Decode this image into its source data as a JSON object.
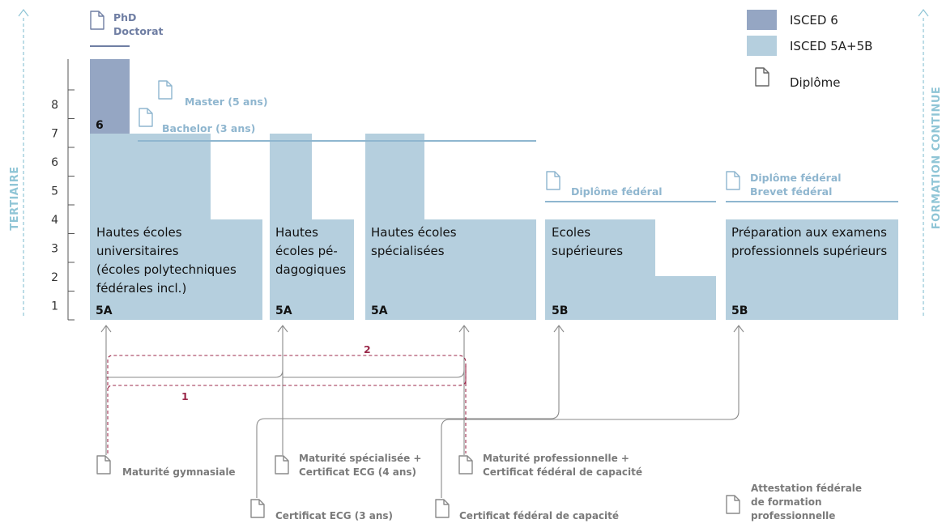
{
  "colors": {
    "isced6": "#95a6c3",
    "isced5": "#b5cfde",
    "diploma_blue": "#8fb6cf",
    "diploma_navy": "#6f7ea3",
    "grey": "#7a7a7a",
    "route": "#9b2a4b",
    "side_label": "#8fc5d6"
  },
  "side_labels": {
    "left": "TERTIAIRE",
    "right": "FORMATION CONTINUE"
  },
  "axis": {
    "ticks": [
      "1",
      "2",
      "3",
      "4",
      "5",
      "6",
      "7",
      "8"
    ]
  },
  "legend": {
    "isced6": "ISCED 6",
    "isced5": "ISCED 5A+5B",
    "diploma": "Diplôme"
  },
  "institutions": [
    {
      "lines": [
        "Hautes écoles",
        "universitaires",
        "(écoles polytechniques",
        "fédérales incl.)"
      ],
      "code": "5A"
    },
    {
      "lines": [
        "Hautes",
        "écoles pé-",
        "dagogiques"
      ],
      "code": "5A"
    },
    {
      "lines": [
        "Hautes écoles",
        "spécialisées"
      ],
      "code": "5A"
    },
    {
      "lines": [
        "Ecoles",
        "supérieures"
      ],
      "code": "5B"
    },
    {
      "lines": [
        "Préparation aux examens",
        "professionnels supérieurs"
      ],
      "code": "5B"
    }
  ],
  "phd_code": "6",
  "diplomas_top": {
    "phd": [
      "PhD",
      "Doctorat"
    ],
    "master": "Master (5 ans)",
    "bachelor": "Bachelor (3 ans)",
    "federal_es": "Diplôme fédéral",
    "federal_exam": [
      "Diplôme fédéral",
      "Brevet fédéral"
    ]
  },
  "entry_diplomas": {
    "maturite_gymnasiale": "Maturité gymnasiale",
    "maturite_specialisee": [
      "Maturité spécialisée +",
      "Certificat ECG (4 ans)"
    ],
    "maturite_pro": [
      "Maturité professionnelle +",
      "Certificat fédéral de capacité"
    ],
    "certificat_ecg3": "Certificat ECG (3 ans)",
    "cfc": "Certificat fédéral de capacité",
    "attestation": [
      "Attestation fédérale",
      "de formation",
      "professionnelle"
    ]
  },
  "routes": {
    "r1": "1",
    "r2": "2"
  }
}
